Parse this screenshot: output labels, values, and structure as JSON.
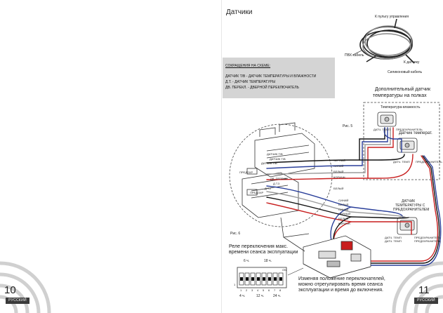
{
  "pages": {
    "left_number": "10",
    "right_number": "11",
    "language": "РУССКИЙ"
  },
  "title": "Датчики",
  "cable": {
    "remote": "К пульту управления",
    "pvc": "ПВХ кабель",
    "sensor": "К датчику",
    "silicone": "Силиконовый кабель"
  },
  "abbreviations": {
    "heading": "СОКРАЩЕНИЯ НА СХЕМЕ:",
    "lines": [
      "ДАТЧИК Т/В - ДАТЧИК ТЕМПЕРАТУРЫ И ВЛАЖНОСТИ",
      "Д.Т. - ДАТЧИК ТЕМПЕРАТУРЫ",
      "ДВ. ПЕРЕКЛ. - ДВЕРНОЙ ПЕРЕКЛЮЧАТЕЛЬ"
    ]
  },
  "extra_sensor": {
    "line1": "Дополнительный датчик",
    "line2": "температуры на полках",
    "humidity": "Температура-влажность",
    "temperature": "Датчик температ.",
    "fuse1": "ПРЕДОХРАНИТЕЛЬ",
    "fuse2": "ПРЕДОХРАНИТЕЛЬ",
    "small1": "ДАТЧ. ТЕМП",
    "small2": "ДАТЧ. ТЕМП"
  },
  "figures": {
    "fig5": "Рис. 5",
    "fig6": "Рис. 6"
  },
  "wires": {
    "black": "ЧЕРНЫЙ",
    "blue": "СИНИЙ",
    "white": "БЕЛЫЙ",
    "brown": "КОРИЧН."
  },
  "board_labels": [
    "ДАТЧИК Т/В",
    "ДАТЧИК Т/В",
    "ДАТЧИК Т/В",
    "ПРЕДОХР",
    "ДВ. ПЕРЕКЛ.",
    "Д.Т.3",
    "Д.Т.2",
    "ПРЕДОХР"
  ],
  "fuse_sensor": {
    "line1": "ДАТЧИК",
    "line2": "ТЕМПЕРАТУРЫ С",
    "line3": "ПРЕДОХРАНИТЕЛЕМ",
    "left1": "ДАТЧ. ТЕМП",
    "left2": "ДАТЧ. ТЕМП",
    "right1": "ПРЕДОХРАНИТЕЛЬ",
    "right2": "ПРЕДОХРАНИТЕЛЬ"
  },
  "relay": {
    "line1": "Реле переключения макс.",
    "line2": "времени сеанса эксплуатации"
  },
  "dip": {
    "top_labels": [
      "6 ч.",
      "18 ч."
    ],
    "bottom_labels": [
      "4 ч.",
      "12 ч.",
      "24 ч."
    ],
    "numbers": [
      "1",
      "2",
      "3",
      "4",
      "5",
      "6",
      "7",
      "8"
    ],
    "on": "ON",
    "one": "1"
  },
  "note": {
    "line1": "Изменяя положение переключателей,",
    "line2": "можно отрегулировать время сеанса",
    "line3": "эксплуатации и время до включения."
  },
  "colors": {
    "red": "#c81e1e",
    "blue": "#2a3f9a",
    "black": "#111111",
    "white_wire": "#9a9a9a",
    "box": "#d4d4d4",
    "badge": "#3a3a3a"
  }
}
